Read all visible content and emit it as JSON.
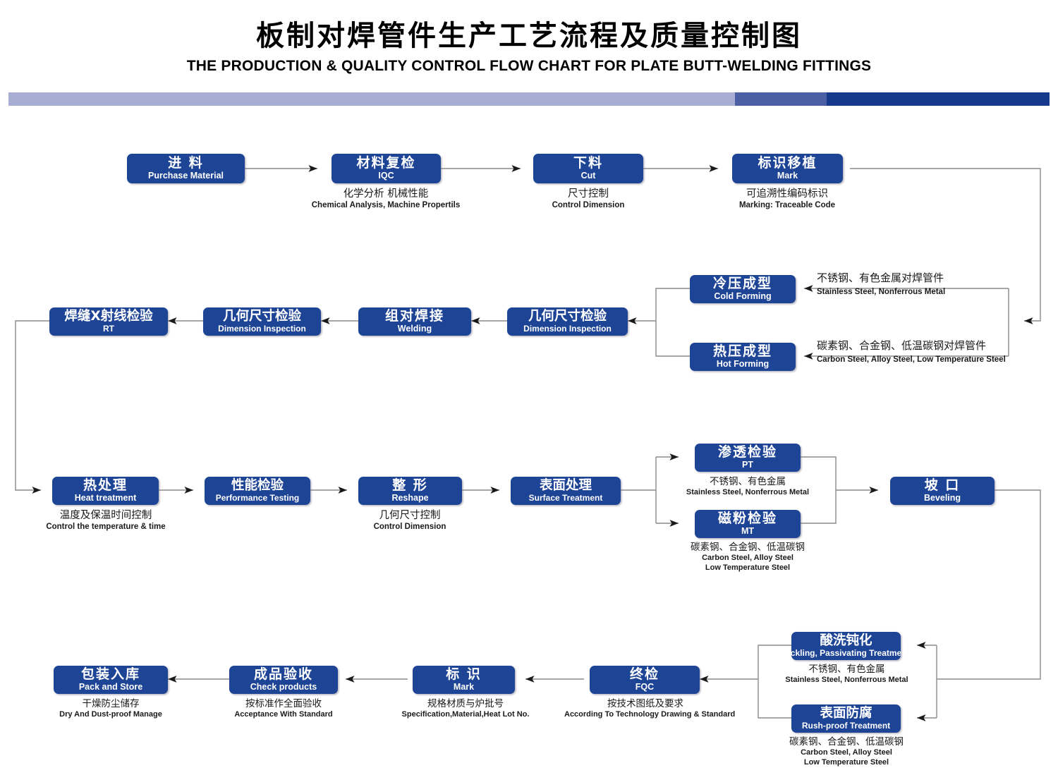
{
  "header": {
    "title_cn": "板制对焊管件生产工艺流程及质量控制图",
    "title_en": "THE PRODUCTION & QUALITY CONTROL FLOW CHART FOR PLATE BUTT-WELDING FITTINGS"
  },
  "colors": {
    "box_blue": "#1e4496",
    "bar_light": "#a8aed3",
    "bar_mid": "#4c5fa5",
    "bar_dark": "#17398c",
    "connector": "#8a8a8a",
    "arrow": "#1a1a1a"
  },
  "nodes": {
    "purchase_material": {
      "cn": "进 料",
      "en": "Purchase Material"
    },
    "iqc": {
      "cn": "材料复检",
      "en": "IQC"
    },
    "cut": {
      "cn": "下料",
      "en": "Cut"
    },
    "mark_transfer": {
      "cn": "标识移植",
      "en": "Mark"
    },
    "cold_forming": {
      "cn": "冷压成型",
      "en": "Cold Forming"
    },
    "hot_forming": {
      "cn": "热压成型",
      "en": "Hot Forming"
    },
    "dim_inspection_1": {
      "cn": "几何尺寸检验",
      "en": "Dimension Inspection"
    },
    "welding": {
      "cn": "组对焊接",
      "en": "Welding"
    },
    "dim_inspection_2": {
      "cn": "几何尺寸检验",
      "en": "Dimension Inspection"
    },
    "rt": {
      "cn": "焊缝X射线检验",
      "en": "RT"
    },
    "heat_treatment": {
      "cn": "热处理",
      "en": "Heat treatment"
    },
    "performance": {
      "cn": "性能检验",
      "en": "Performance Testing"
    },
    "reshape": {
      "cn": "整 形",
      "en": "Reshape"
    },
    "surface_treatment": {
      "cn": "表面处理",
      "en": "Surface Treatment"
    },
    "pt": {
      "cn": "渗透检验",
      "en": "PT"
    },
    "mt": {
      "cn": "磁粉检验",
      "en": "MT"
    },
    "beveling": {
      "cn": "坡  口",
      "en": "Beveling"
    },
    "pickling": {
      "cn": "酸洗钝化",
      "en": "Pickling, Passivating  Treatment"
    },
    "rust_proof": {
      "cn": "表面防腐",
      "en": "Rush-proof Treatment"
    },
    "fqc": {
      "cn": "终检",
      "en": "FQC"
    },
    "mark_final": {
      "cn": "标  识",
      "en": "Mark"
    },
    "check_products": {
      "cn": "成品验收",
      "en": "Check products"
    },
    "pack_store": {
      "cn": "包装入库",
      "en": "Pack and Store"
    }
  },
  "captions": {
    "iqc": {
      "cn": "化学分析 机械性能",
      "en": "Chemical  Analysis,  Machine Propertils"
    },
    "cut": {
      "cn": "尺寸控制",
      "en": "Control Dimension"
    },
    "mark_transfer": {
      "cn": "可追溯性编码标识",
      "en": "Marking: Traceable  Code"
    },
    "heat_treatment": {
      "cn": "温度及保温时间控制",
      "en": "Control the  temperature  &  time"
    },
    "reshape": {
      "cn": "几何尺寸控制",
      "en": "Control Dimension"
    },
    "fqc": {
      "cn": "按技术图纸及要求",
      "en": "According To Technology Drawing &  Standard"
    },
    "mark_final": {
      "cn": "规格材质与炉批号",
      "en": "Specification,Material,Heat Lot No."
    },
    "check_products": {
      "cn": "按标准作全面验收",
      "en": "Acceptance  With  Standard"
    },
    "pack_store": {
      "cn": "干燥防尘储存",
      "en": "Dry  And Dust-proof  Manage"
    },
    "pt": {
      "cn": "不锈钢、有色金属",
      "en": "Stainless Steel, Nonferrous Metal"
    },
    "mt": {
      "cn": "碳素钢、合金钢、低温碳钢",
      "en1": "Carbon Steel, Alloy Steel",
      "en2": "Low Temperature Steel"
    },
    "pickling": {
      "cn": "不锈钢、有色金属",
      "en": "Stainless Steel, Nonferrous Metal"
    },
    "rust_proof": {
      "cn": "碳素钢、合金钢、低温碳钢",
      "en1": "Carbon Steel, Alloy Steel",
      "en2": "Low Temperature Steel"
    }
  },
  "branch_labels": {
    "cold_forming": {
      "cn": "不锈钢、有色金属对焊管件",
      "en": "Stainless Steel, Nonferrous Metal"
    },
    "hot_forming": {
      "cn": "碳素钢、合金钢、低温碳钢对焊管件",
      "en": "Carbon Steel, Alloy Steel, Low Temperature Steel"
    }
  }
}
